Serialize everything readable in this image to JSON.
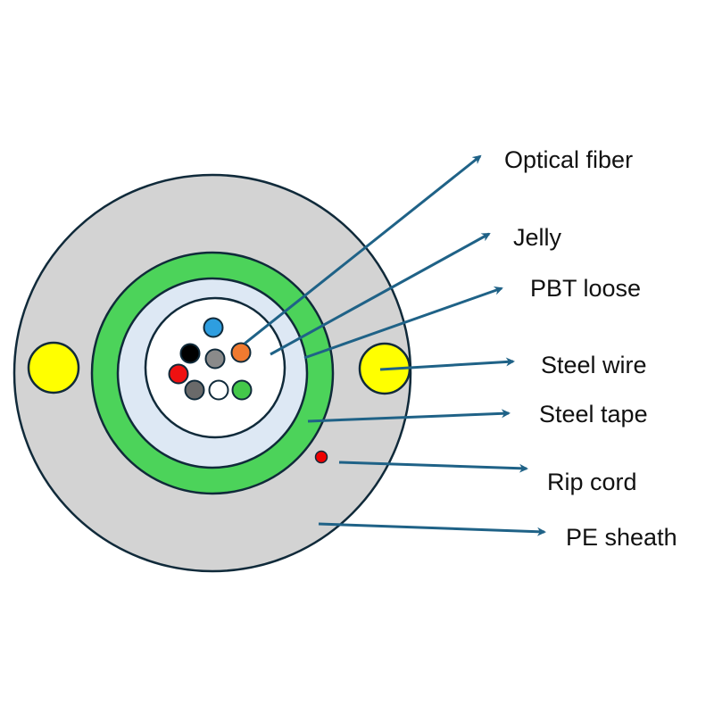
{
  "title": "Optical fiber cable cross-section",
  "colors": {
    "sheath": "#d3d3d3",
    "steel_tape": "#4cd35a",
    "pbt_tube": "#dde8f4",
    "jelly": "#ffffff",
    "steel_wire": "#ffff00",
    "rip_cord": "#ee0000",
    "outline": "#102a3a",
    "arrow": "#1f6287",
    "fibers": [
      "#2e9ee0",
      "#000000",
      "#8a8a8a",
      "#f07a30",
      "#ee1111",
      "#6a6a6a",
      "#ffffff",
      "#44c84a"
    ]
  },
  "labels": {
    "optical_fiber": "Optical fiber",
    "jelly": "Jelly",
    "pbt_loose": "PBT loose",
    "steel_wire": "Steel wire",
    "steel_tape": "Steel tape",
    "rip_cord": "Rip cord",
    "pe_sheath": "PE sheath"
  }
}
